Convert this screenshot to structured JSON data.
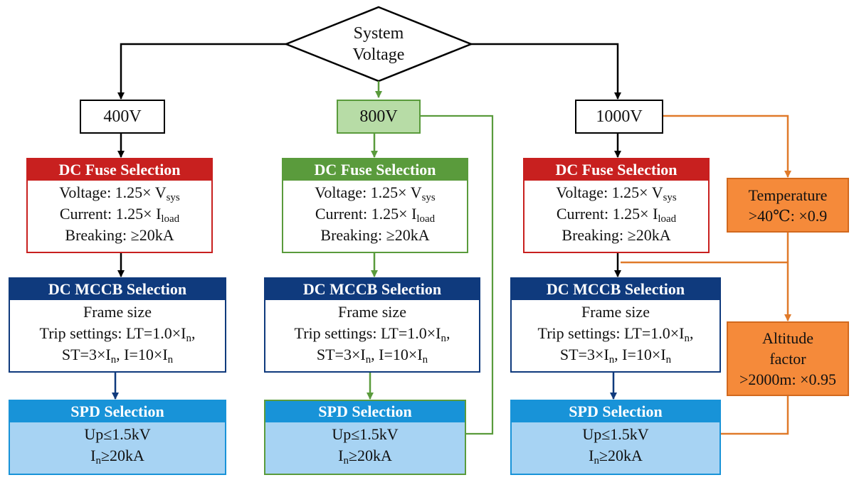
{
  "colors": {
    "black": "#000000",
    "red": "#c8201f",
    "green": "#5a9b3c",
    "green_fill": "#b7dca6",
    "navy": "#0f3a7d",
    "spd_header": "#1893d8",
    "spd_body": "#a7d3f3",
    "orange": "#f58a3a",
    "orange_line": "#e07a2a"
  },
  "decision": {
    "line1": "System",
    "line2": "Voltage"
  },
  "voltages": [
    "400V",
    "800V",
    "1000V"
  ],
  "fuse": {
    "title": "DC Fuse Selection",
    "voltage_prefix": "Voltage: 1.25× V",
    "voltage_sub": "sys",
    "current_prefix": "Current: 1.25× I",
    "current_sub": "load",
    "breaking": "Breaking: ≥20kA"
  },
  "mccb": {
    "title": "DC MCCB Selection",
    "frame": "Frame size",
    "trip_prefix": "Trip settings: LT=1.0×I",
    "trip_sub": "n",
    "trip_suffix": ",",
    "st_a": "ST=3×I",
    "st_sub1": "n",
    "st_b": ", I=10×I",
    "st_sub2": "n"
  },
  "spd": {
    "title": "SPD Selection",
    "up": "Up≤1.5kV",
    "in_prefix": "I",
    "in_sub": "n",
    "in_suffix": "≥20kA"
  },
  "derating": {
    "temperature": {
      "line1": "Temperature",
      "line2": ">40℃: ×0.9"
    },
    "altitude": {
      "line1": "Altitude",
      "line2": "factor",
      "line3": ">2000m: ×0.95"
    }
  }
}
